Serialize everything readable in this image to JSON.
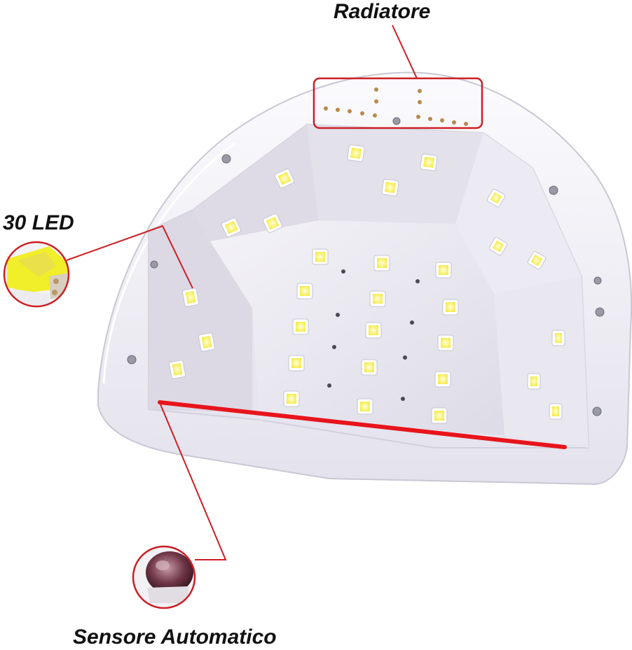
{
  "labels": {
    "radiator": "Radiatore",
    "led": "30 LED",
    "sensor": "Sensore Automatico"
  },
  "colors": {
    "callout_line": "#cc1f24",
    "sensor_bar": "#e8141b",
    "led_yellow": "#fbf58a",
    "shell": "#f3f2f8",
    "cavity": "#e9e7f0"
  }
}
